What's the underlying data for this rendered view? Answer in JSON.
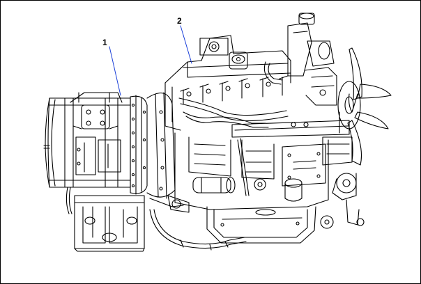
{
  "figure": {
    "subject": "diesel-engine-generator-assembly",
    "callouts": [
      {
        "id": "c1",
        "label": "1",
        "target": "generator-housing"
      },
      {
        "id": "c2",
        "label": "2",
        "target": "engine-block"
      }
    ]
  },
  "colors": {
    "line": "#000000",
    "background": "#ffffff",
    "callout_leader": "#1a3fd8"
  }
}
